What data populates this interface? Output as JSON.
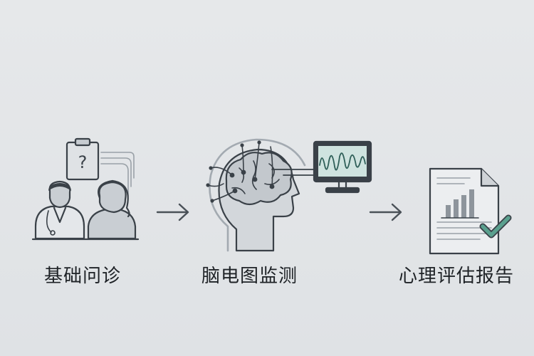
{
  "steps": [
    {
      "label": "基础问诊",
      "icon": "consultation-icon"
    },
    {
      "label": "脑电图监测",
      "icon": "eeg-monitoring-icon"
    },
    {
      "label": "心理评估报告",
      "icon": "assessment-report-icon"
    }
  ],
  "clipboard_symbol": "?",
  "colors": {
    "background": "#e4e6e8",
    "line": "#3a4148",
    "person_fill": "#c9ced3",
    "brain_fill": "#d3d7db",
    "screen_fill": "#cfe3df",
    "wave": "#2f5f58",
    "check": "#5aa08e",
    "text": "#1e2226"
  }
}
